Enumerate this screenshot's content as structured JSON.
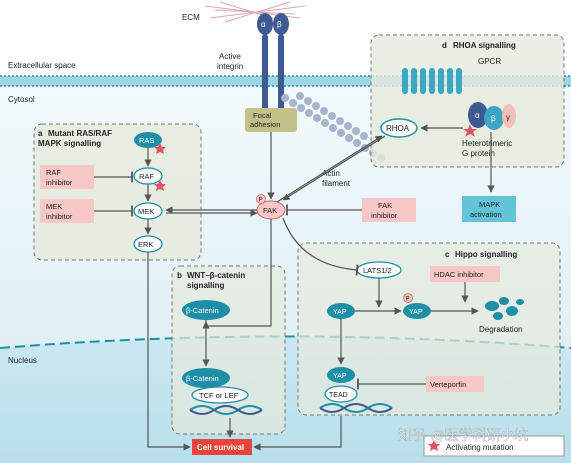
{
  "labels": {
    "ecm": "ECM",
    "alpha": "α",
    "beta": "β",
    "gamma": "γ",
    "active_integrin": [
      "Active",
      "integrin"
    ],
    "extracellular_space": "Extracellular space",
    "cytosol": "Cytosol",
    "nucleus": "Nucleus",
    "focal_adhesion": [
      "Focal",
      "adhesion"
    ],
    "actin_filament": [
      "Actin",
      "filament"
    ],
    "fak": "FAK",
    "p": "P",
    "gpcr": "GPCR",
    "heterotrimeric": [
      "Heterotrimeric",
      "G protein"
    ],
    "fak_inhibitor": [
      "FAK",
      "inhibitor"
    ],
    "cell_survival": "Cell survival",
    "watermark": "知乎 @医学科研小坑"
  },
  "panels": {
    "a": {
      "letter": "a",
      "title": [
        "Mutant RAS/RAF",
        "MAPK signalling"
      ],
      "ras": "RAS",
      "raf": "RAF",
      "mek": "MEK",
      "erk": "ERK",
      "raf_inhibitor": [
        "RAF",
        "inhibitor"
      ],
      "mek_inhibitor": [
        "MEK",
        "inhibitor"
      ]
    },
    "b": {
      "letter": "b",
      "title": [
        "WNT–β-catenin",
        "signalling"
      ],
      "beta_catenin": "β-Catenin",
      "beta_catenin_nuclear": "β-Catenin",
      "tcf_lef": "TCF or LEF"
    },
    "c": {
      "letter": "c",
      "title": "Hippo signalling",
      "lats": "LATS1/2",
      "hdac_inhibitor": "HDAC inhibitor",
      "yap": "YAP",
      "degradation": "Degradation",
      "tead": "TEAD",
      "verteporfin": "Verteporfin"
    },
    "d": {
      "letter": "d",
      "title": "RHOA signalling",
      "rhoa": "RHOA",
      "mapk_activation": [
        "MAPK",
        "activation"
      ]
    }
  },
  "legend": {
    "activating_mutation": "Activating mutation"
  },
  "colors": {
    "teal": "#1f8fa8",
    "pink_box": "#f6c7c4",
    "blue_box": "#63c3d9",
    "cell_survival": "#e8443c",
    "mutation_star": "#e05566",
    "membrane": "#9fd6e3",
    "panel_fill": "#e6eadc"
  }
}
